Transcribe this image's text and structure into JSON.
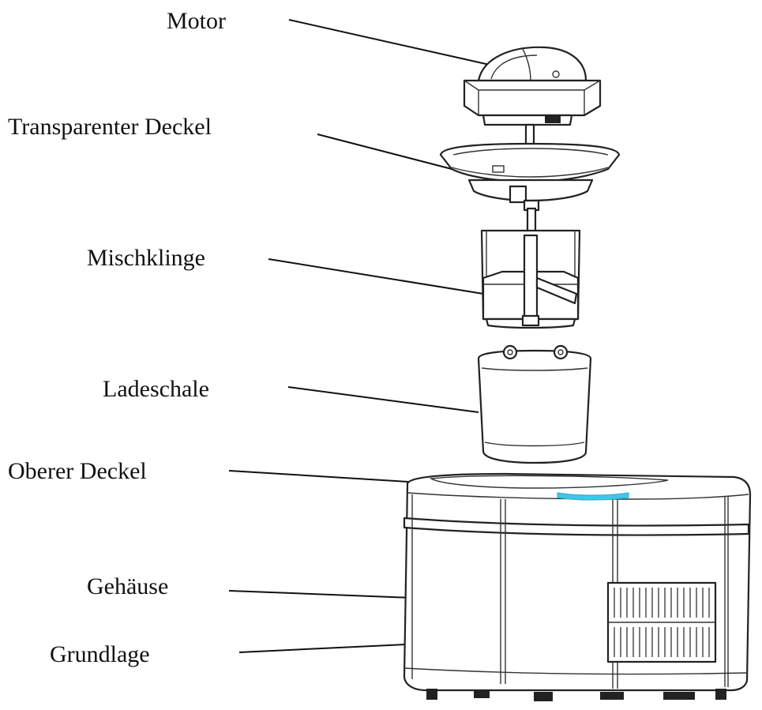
{
  "labels": {
    "motor": "Motor",
    "transparent_lid": "Transparenter Deckel",
    "mixing_blade": "Mischklinge",
    "loading_bowl": "Ladeschale",
    "upper_lid": "Oberer Deckel",
    "housing": "Gehäuse",
    "base": "Grundlage"
  },
  "colors": {
    "line": "#1a1a1a",
    "indicator_light": "#3fc7e8"
  }
}
